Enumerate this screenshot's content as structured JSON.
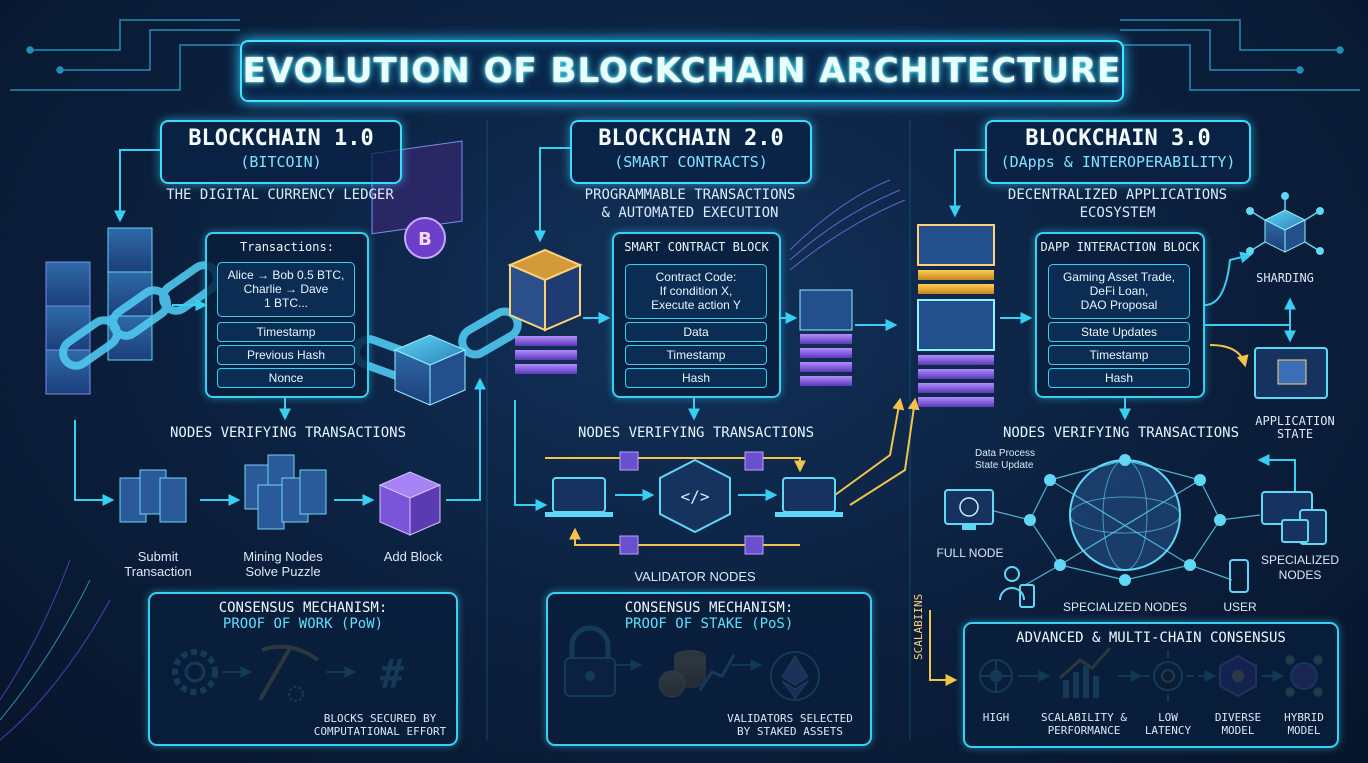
{
  "title": "EVOLUTION OF BLOCKCHAIN ARCHITECTURE",
  "gen1": {
    "heading": "BLOCKCHAIN 1.0",
    "subheading": "(BITCOIN)",
    "description": "THE DIGITAL CURRENCY LEDGER",
    "block_header": "Transactions:",
    "tx_line1": "Alice → Bob 0.5 BTC,",
    "tx_line2": "Charlie → Dave",
    "tx_line3": "1 BTC...",
    "rows": [
      "Timestamp",
      "Previous Hash",
      "Nonce"
    ],
    "nodes_heading": "NODES VERIFYING TRANSACTIONS",
    "steps": [
      "Submit\nTransaction",
      "Mining Nodes\nSolve Puzzle",
      "Add Block"
    ],
    "step1_l1": "Submit",
    "step1_l2": "Transaction",
    "step2_l1": "Mining Nodes",
    "step2_l2": "Solve Puzzle",
    "step3": "Add Block",
    "consensus_title": "CONSENSUS MECHANISM:",
    "consensus_sub": "PROOF OF WORK (PoW)",
    "consensus_note_l1": "BLOCKS SECURED BY",
    "consensus_note_l2": "COMPUTATIONAL EFFORT",
    "hash_glyph": "#",
    "coin_glyph": "B"
  },
  "gen2": {
    "heading": "BLOCKCHAIN 2.0",
    "subheading": "(SMART CONTRACTS)",
    "description_l1": "PROGRAMMABLE TRANSACTIONS",
    "description_l2": "& AUTOMATED EXECUTION",
    "block_header": "SMART CONTRACT BLOCK",
    "code_l1": "Contract Code:",
    "code_l2": "If condition X,",
    "code_l3": "Execute action Y",
    "rows": [
      "Data",
      "Timestamp",
      "Hash"
    ],
    "nodes_heading": "NODES VERIFYING TRANSACTIONS",
    "validator_label": "VALIDATOR NODES",
    "code_glyph": "</>",
    "consensus_title": "CONSENSUS MECHANISM:",
    "consensus_sub": "PROOF OF STAKE (PoS)",
    "consensus_note_l1": "VALIDATORS SELECTED",
    "consensus_note_l2": "BY STAKED ASSETS"
  },
  "gen3": {
    "heading": "BLOCKCHAIN 3.0",
    "subheading": "(DApps & INTEROPERABILITY)",
    "description_l1": "DECENTRALIZED APPLICATIONS",
    "description_l2": "ECOSYSTEM",
    "block_header": "DAPP INTERACTION BLOCK",
    "app_l1": "Gaming Asset Trade,",
    "app_l2": "DeFi Loan,",
    "app_l3": "DAO Proposal",
    "rows": [
      "State Updates",
      "Timestamp",
      "Hash"
    ],
    "sharding": "SHARDING",
    "app_state_l1": "APPLICATION",
    "app_state_l2": "STATE",
    "nodes_heading": "NODES VERIFYING TRANSACTIONS",
    "data_process_l1": "Data Process",
    "data_process_l2": "State Update",
    "full_node": "FULL NODE",
    "specialized_nodes_bottom": "SPECIALIZED NODES",
    "user": "USER",
    "specialized_l1": "SPECIALIZED",
    "specialized_l2": "NODES",
    "scalability_vertical": "SCALABIINS",
    "consensus_title": "ADVANCED & MULTI-CHAIN CONSENSUS",
    "features": [
      {
        "l1": "HIGH",
        "l2": ""
      },
      {
        "l1": "SCALABILITY &",
        "l2": "PERFORMANCE"
      },
      {
        "l1": "LOW",
        "l2": "LATENCY"
      },
      {
        "l1": "DIVERSE",
        "l2": "MODEL"
      },
      {
        "l1": "HYBRID",
        "l2": "MODEL"
      }
    ]
  },
  "colors": {
    "accent": "#38d0f2",
    "purple": "#9a6cf0",
    "gold": "#f4c34a",
    "background": "#0b1f3d"
  }
}
